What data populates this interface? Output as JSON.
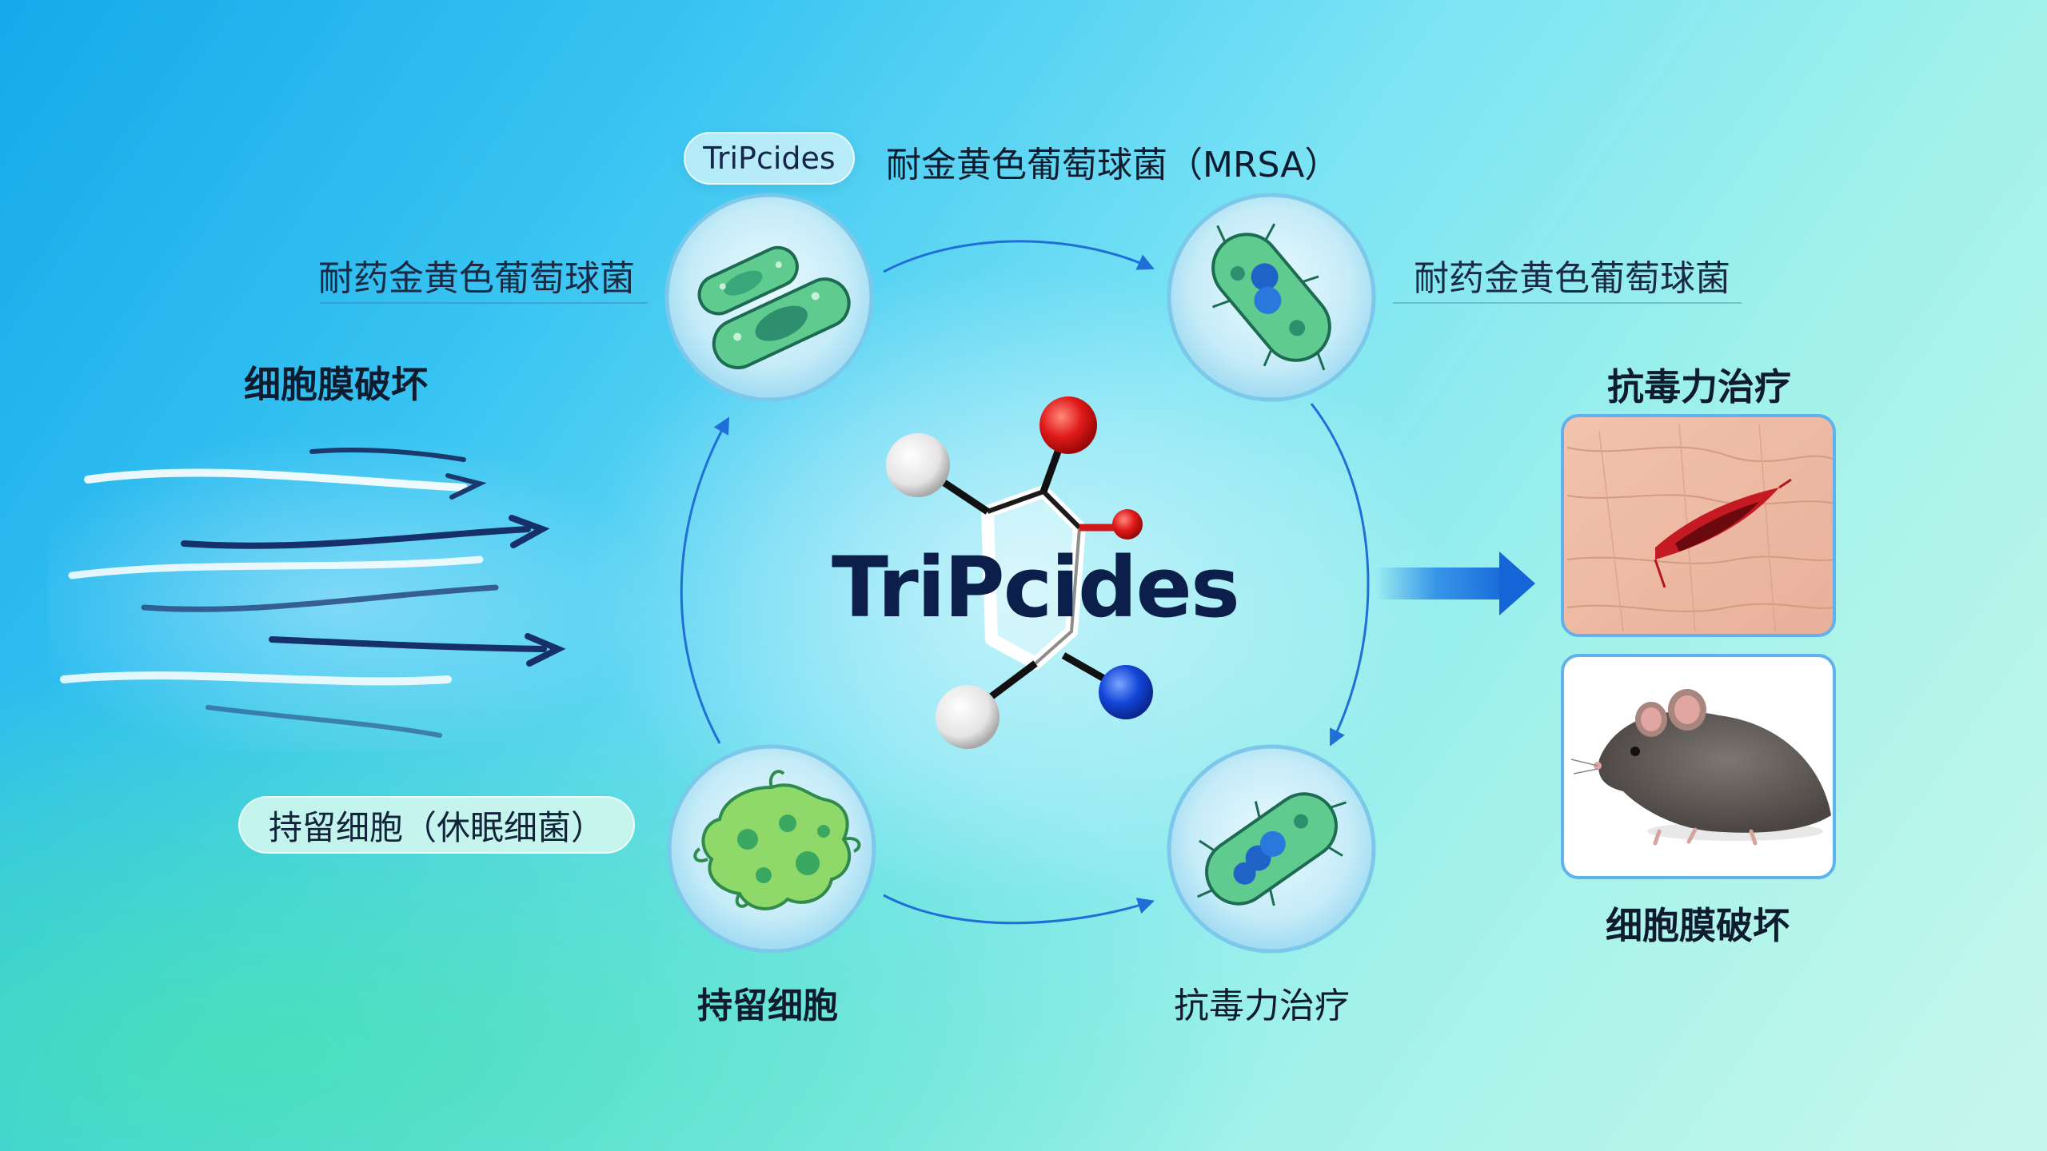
{
  "labels": {
    "top_pill": "TriPcides",
    "top_title": "耐金黄色葡萄球菌（MRSA）",
    "left_upper": "耐药金黄色葡萄球菌",
    "right_upper": "耐药金黄色葡萄球菌",
    "left_bold": "细胞膜破坏",
    "right_top_bold": "抗毒力治疗",
    "persister_pill": "持留细胞（休眠细菌）",
    "bottom_left": "持留细胞",
    "bottom_right": "抗毒力治疗",
    "right_bottom_bold": "细胞膜破坏",
    "center": "TriPcides"
  },
  "colors": {
    "arrow_blue": "#1f6fd6",
    "navy": "#0c1f4a",
    "atom_red": "#e01a1a",
    "atom_blue": "#1446d8",
    "bacteria_green": "#3fbf8a"
  },
  "icons": [
    "rod-bacteria-pair-icon",
    "rod-bacteria-icon",
    "amoeba-persister-icon",
    "rod-bacteria-blue-icon",
    "molecule-icon",
    "wound-photo",
    "mouse-photo",
    "wind-arrows-icon"
  ]
}
